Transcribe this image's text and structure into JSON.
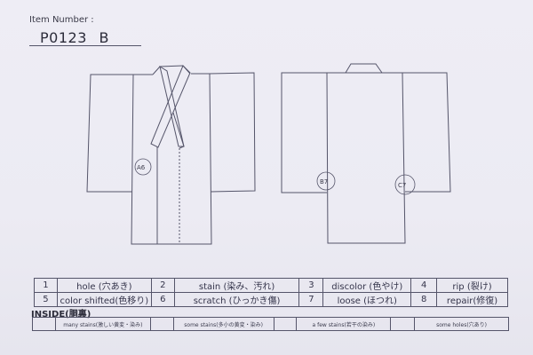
{
  "header": {
    "item_label": "Item Number :",
    "item_number": "P0123  B"
  },
  "diagram": {
    "front": {
      "marks": [
        {
          "label": "A6"
        }
      ]
    },
    "back": {
      "marks": [
        {
          "label": "B7"
        },
        {
          "label": "C7"
        }
      ]
    }
  },
  "legend": {
    "rows": [
      [
        {
          "num": "1",
          "label": "hole (穴あき)"
        },
        {
          "num": "2",
          "label": "stain (染み、汚れ)"
        },
        {
          "num": "3",
          "label": "discolor (色やけ)"
        },
        {
          "num": "4",
          "label": "rip (裂け)"
        }
      ],
      [
        {
          "num": "5",
          "label": "color shifted(色移り)"
        },
        {
          "num": "6",
          "label": "scratch (ひっかき傷)"
        },
        {
          "num": "7",
          "label": "loose (ほつれ)"
        },
        {
          "num": "8",
          "label": "repair(修復)"
        }
      ]
    ]
  },
  "inside": {
    "title": "INSIDE(胴裏)",
    "options": [
      {
        "label": "many stains(激しい黄変・染み)",
        "checked": ""
      },
      {
        "label": "some stains(多小の黄変・染み)",
        "checked": ""
      },
      {
        "label": "a few stains(若干の染み)",
        "checked": ""
      },
      {
        "label": "some holes(穴あり)",
        "checked": ""
      }
    ]
  }
}
